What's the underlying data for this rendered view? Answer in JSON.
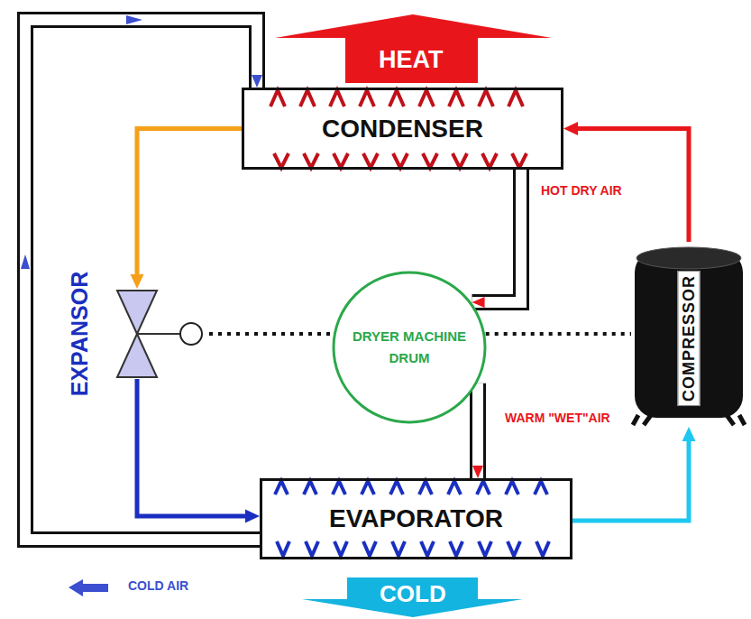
{
  "diagram": {
    "nodes": [
      {
        "text": [
          "CONDENSER"
        ]
      },
      {
        "text": [
          "EXPANSOR"
        ]
      },
      {
        "text": [
          "DRYER MACHINE DRUM"
        ]
      },
      {
        "text": [
          "COMPRESSOR"
        ]
      },
      {
        "text": [
          "EVAPORATOR"
        ]
      }
    ],
    "edges": [
      {
        "from": 3,
        "to": 0,
        "arrow": "to"
      },
      {
        "from": 0,
        "to": 1,
        "arrow": "to"
      },
      {
        "from": 1,
        "to": 4,
        "arrow": "to"
      },
      {
        "from": 4,
        "to": 3,
        "arrow": "to"
      },
      {
        "from": 0,
        "to": 2,
        "label": "HOT DRY AIR",
        "arrow": "to"
      },
      {
        "from": 2,
        "to": 4,
        "label": "WARM \"WET\"AIR",
        "arrow": "to"
      },
      {
        "from": 4,
        "to": 0,
        "label": "COLD AIR",
        "arrow": "to"
      },
      {
        "from": 1,
        "to": 2,
        "arrow": "none"
      },
      {
        "from": 2,
        "to": 3,
        "arrow": "none"
      }
    ],
    "labels": [
      "HEAT",
      "COLD"
    ]
  }
}
